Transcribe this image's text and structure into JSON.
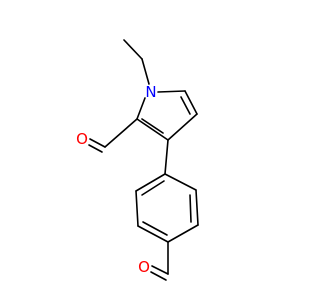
{
  "molecule": {
    "atoms": {
      "nitrogen": "N",
      "oxygen_top": "O",
      "oxygen_bottom": "O"
    },
    "colors": {
      "bond": "#000000",
      "nitrogen": "#0000ff",
      "oxygen": "#ff0000",
      "background": "#ffffff"
    }
  }
}
